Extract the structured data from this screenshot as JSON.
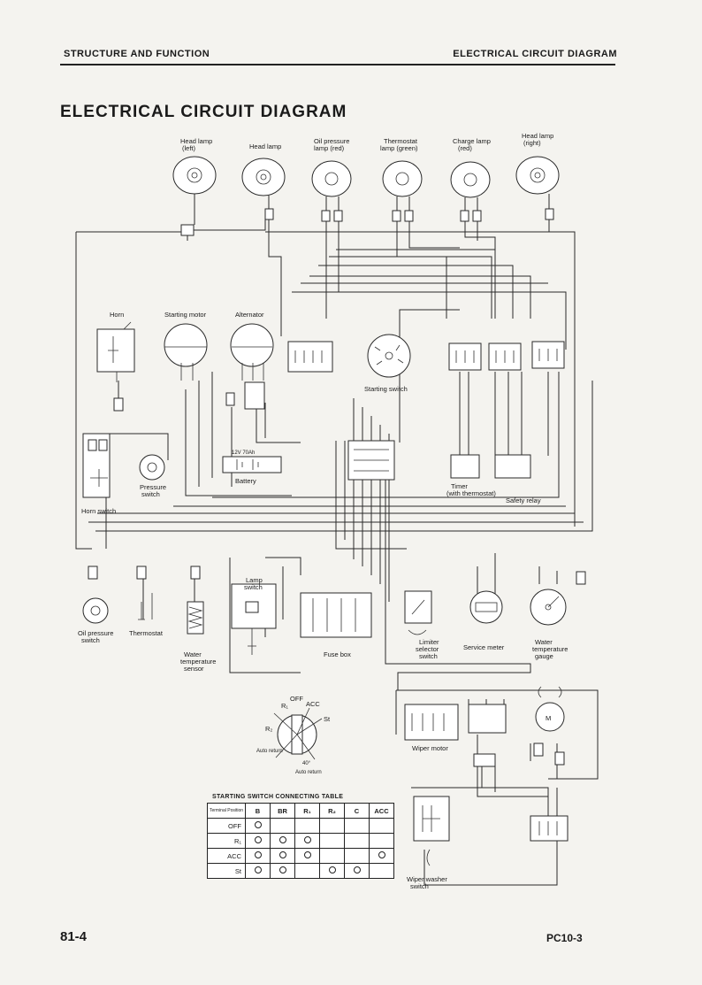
{
  "header": {
    "left": "STRUCTURE AND FUNCTION",
    "right": "ELECTRICAL CIRCUIT DIAGRAM"
  },
  "title": "ELECTRICAL CIRCUIT DIAGRAM",
  "lamps": [
    {
      "label": "Head lamp",
      "sub": "(left)"
    },
    {
      "label": "Head lamp",
      "sub": ""
    },
    {
      "label": "Oil pressure",
      "sub": "lamp (red)"
    },
    {
      "label": "Thermostat",
      "sub": "lamp (green)"
    },
    {
      "label": "Charge lamp",
      "sub": "(red)"
    },
    {
      "label": "Head lamp",
      "sub": "(right)"
    }
  ],
  "components": {
    "horn": "Horn",
    "starting_motor": "Starting motor",
    "alternator": "Alternator",
    "starting_switch": "Starting switch",
    "battery": "Battery",
    "battery_rating": "12V   70Ah",
    "pressure_switch": "Pressure",
    "pressure_switch_2": "switch",
    "horn_switch": "Horn switch",
    "timer": "Timer",
    "timer_2": "(with thermostat)",
    "safety_relay": "Safety relay",
    "oil_pressure_switch": "Oil pressure",
    "oil_pressure_switch_2": "switch",
    "thermostat": "Thermostat",
    "water_temp_sensor": "Water",
    "water_temp_sensor_2": "temperature",
    "water_temp_sensor_3": "sensor",
    "lamp_switch": "Lamp",
    "lamp_switch_2": "switch",
    "fuse_box": "Fuse box",
    "limiter_switch": "Limiter",
    "limiter_switch_2": "selector",
    "limiter_switch_3": "switch",
    "service_meter": "Service meter",
    "water_temp_gauge": "Water",
    "water_temp_gauge_2": "temperature",
    "water_temp_gauge_3": "gauge",
    "wiper_motor": "Wiper motor",
    "wiper_washer_switch": "Wiper washer",
    "wiper_washer_switch_2": "switch",
    "motor_letter": "M"
  },
  "key_dial": {
    "off": "OFF",
    "acc": "ACC",
    "st": "St",
    "r1": "R₁",
    "r2": "R₂",
    "auto_return_left": "Auto return",
    "auto_return_right": "Auto return",
    "angle": "40°"
  },
  "switch_table": {
    "title": "STARTING SWITCH CONNECTING TABLE",
    "corner": "Terminal Position",
    "columns": [
      "B",
      "BR",
      "R₁",
      "R₂",
      "C",
      "ACC"
    ],
    "rows": [
      {
        "label": "OFF",
        "marks": [
          true,
          false,
          false,
          false,
          false,
          false
        ]
      },
      {
        "label": "R₁",
        "marks": [
          true,
          true,
          true,
          false,
          false,
          false
        ]
      },
      {
        "label": "ACC",
        "marks": [
          true,
          true,
          true,
          false,
          false,
          true
        ]
      },
      {
        "label": "St",
        "marks": [
          true,
          true,
          false,
          true,
          true,
          false
        ]
      }
    ]
  },
  "footer": {
    "page": "81-4",
    "model": "PC10-3"
  }
}
